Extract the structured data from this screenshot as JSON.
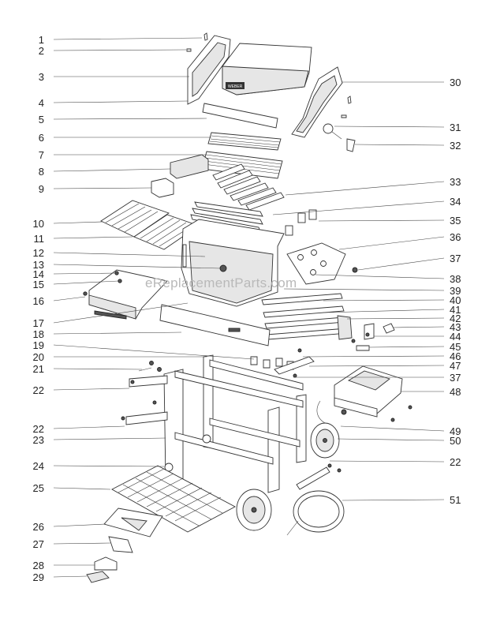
{
  "watermark": "eReplacementParts.com",
  "left_callouts": [
    "1",
    "2",
    "3",
    "4",
    "5",
    "6",
    "7",
    "8",
    "9",
    "10",
    "11",
    "12",
    "13",
    "14",
    "15",
    "16",
    "17",
    "18",
    "19",
    "20",
    "21",
    "22",
    "22",
    "23",
    "24",
    "25",
    "26",
    "27",
    "28",
    "29"
  ],
  "right_callouts": [
    "30",
    "31",
    "32",
    "33",
    "34",
    "35",
    "36",
    "37",
    "38",
    "39",
    "40",
    "41",
    "42",
    "43",
    "44",
    "45",
    "46",
    "47",
    "37",
    "48",
    "49",
    "50",
    "22",
    "51"
  ],
  "logo_text": "WEBER"
}
